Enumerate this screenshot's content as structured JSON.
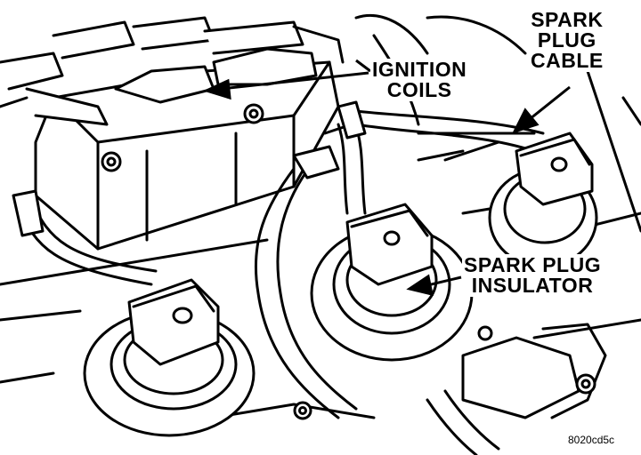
{
  "labels": {
    "ignition_coils": [
      "IGNITION",
      "COILS"
    ],
    "spark_plug_cable": [
      "SPARK",
      "PLUG",
      "CABLE"
    ],
    "spark_plug_insulator": [
      "SPARK PLUG",
      "INSULATOR"
    ]
  },
  "figure_id": "8020cd5c"
}
